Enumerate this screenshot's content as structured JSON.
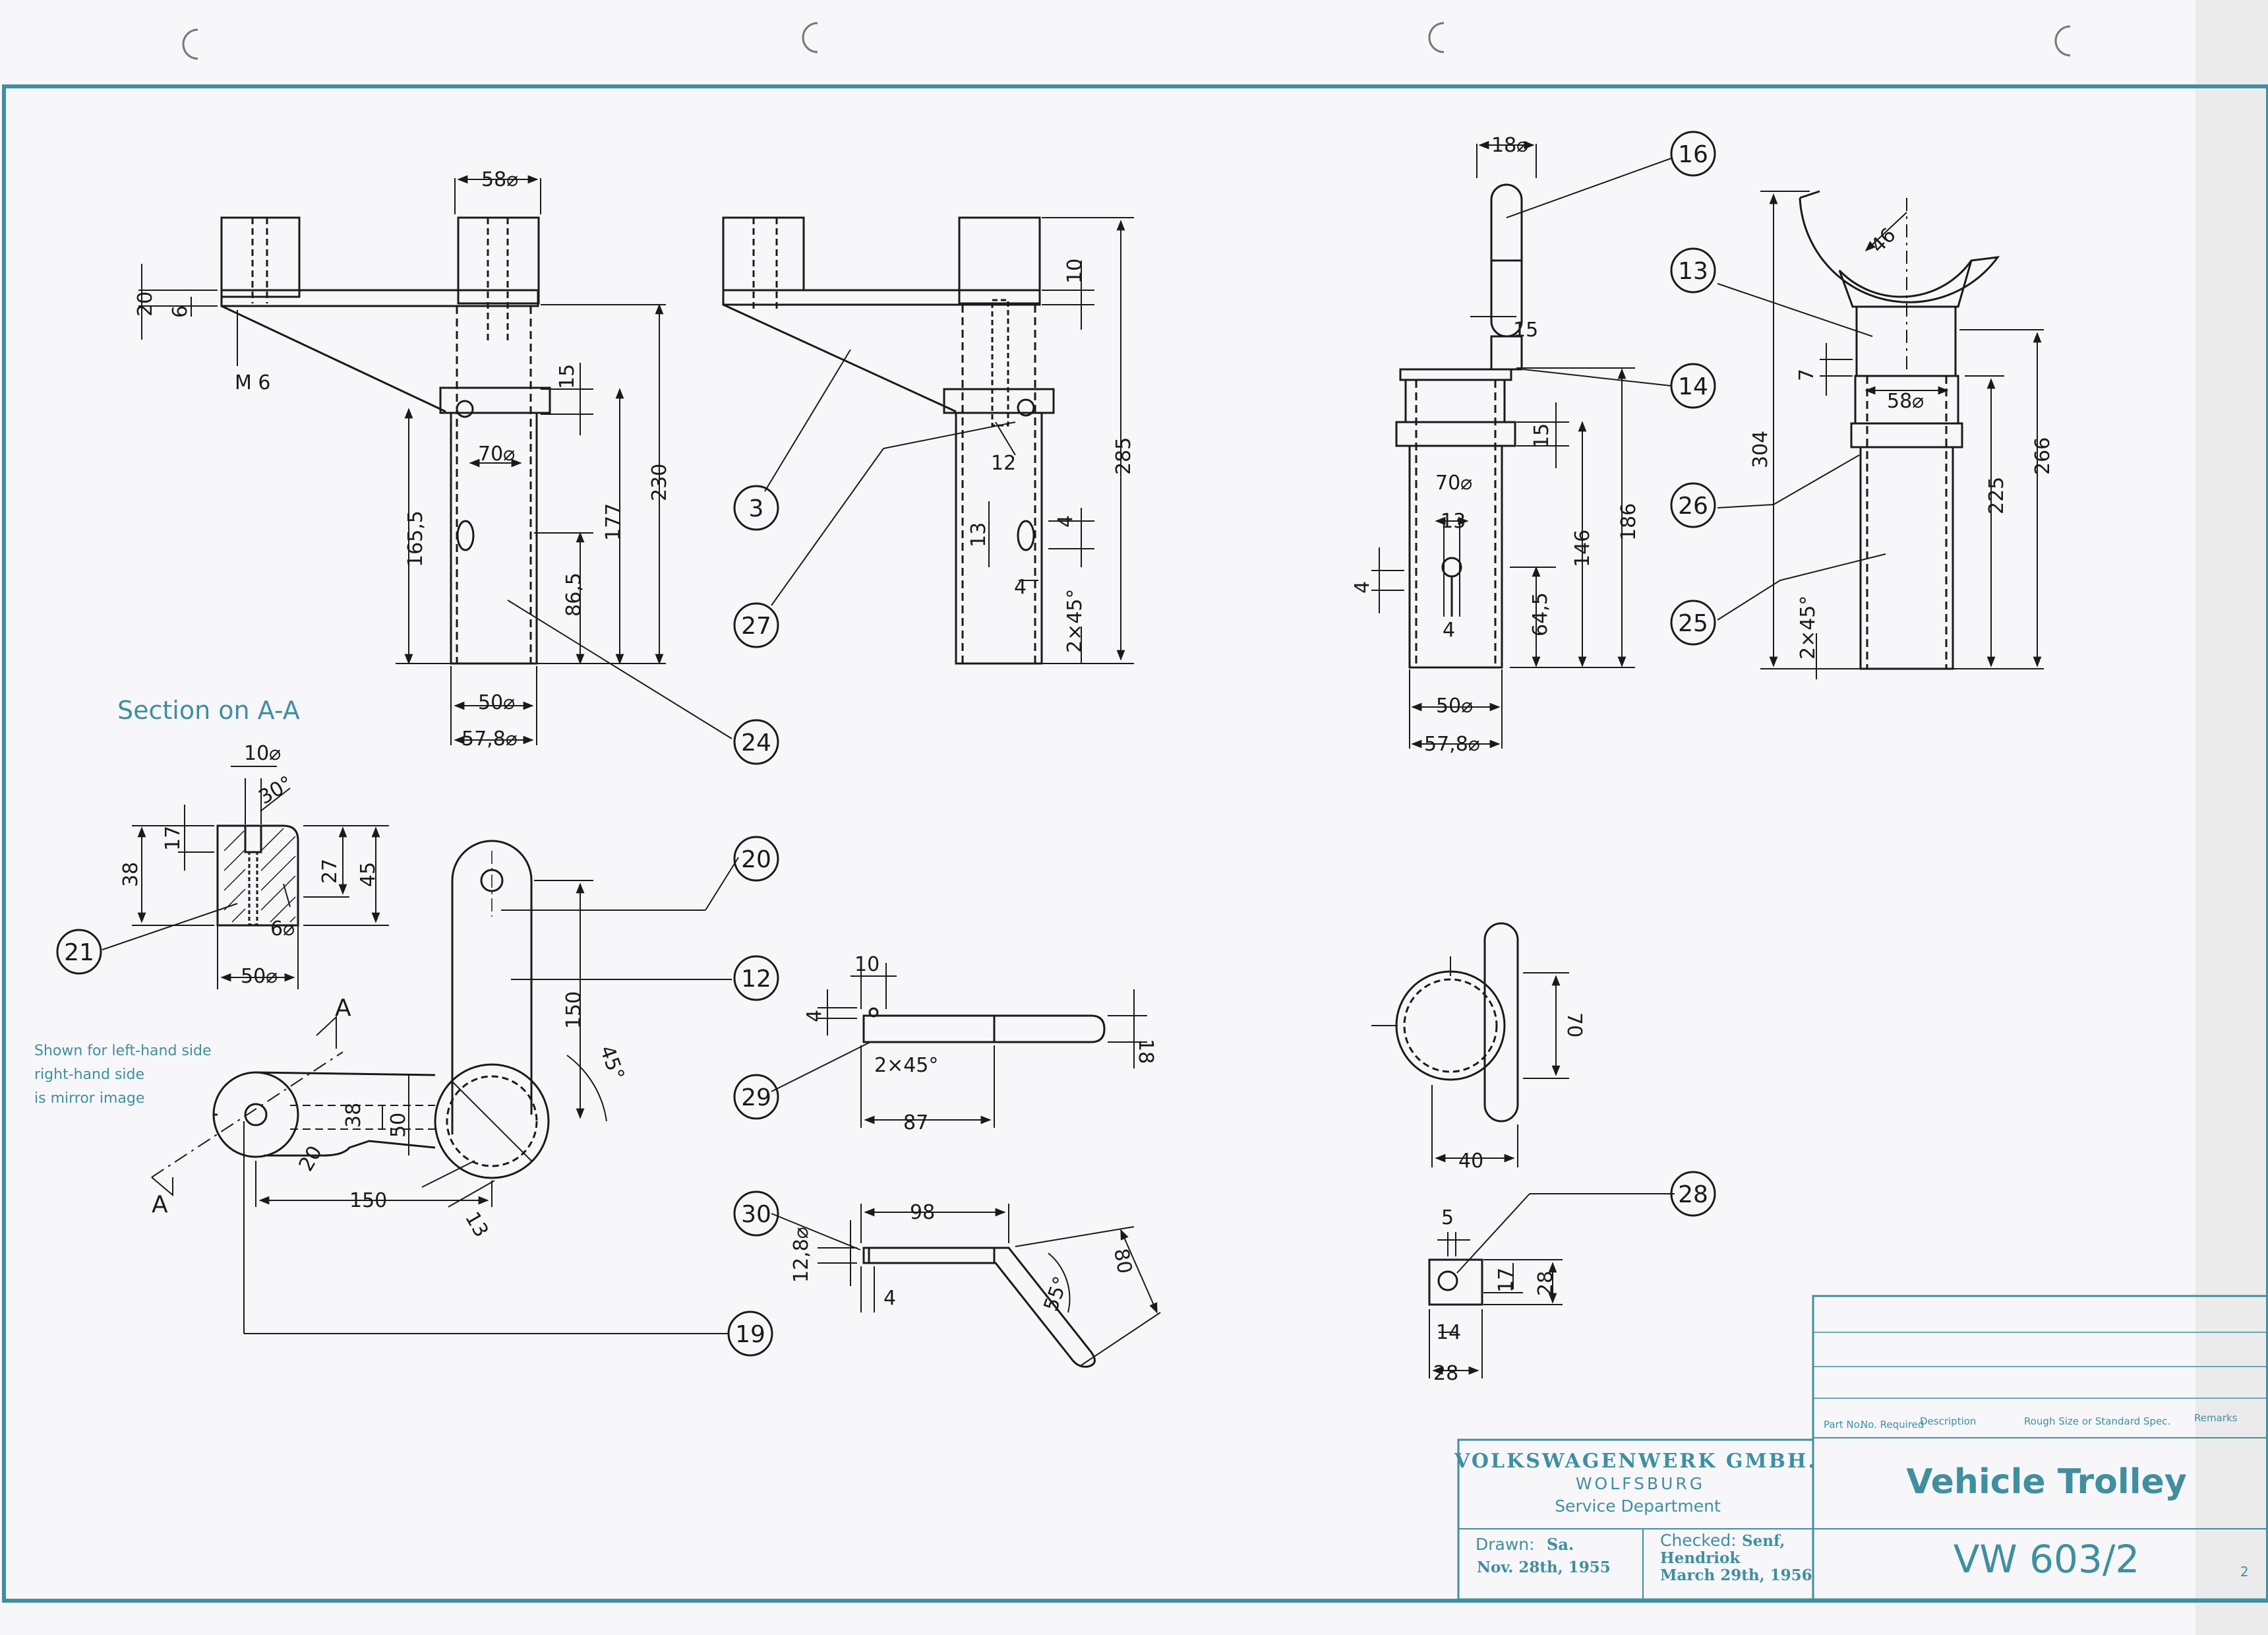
{
  "section_title": "Section on A-A",
  "note_lines": [
    "Shown for left-hand side",
    "right-hand side",
    "is mirror image"
  ],
  "section_markers": [
    "A",
    "A"
  ],
  "colors": {
    "accent": "#3f8fa0",
    "ink": "#1a1a1a",
    "paper": "#f7f6f8"
  },
  "part_callouts": [
    "16",
    "13",
    "14",
    "26",
    "25",
    "3",
    "27",
    "24",
    "20",
    "12",
    "21",
    "29",
    "30",
    "19",
    "28"
  ],
  "dimensions": {
    "view1": [
      "58⌀",
      "20",
      "6",
      "M 6",
      "15",
      "70⌀",
      "165,5",
      "177",
      "230",
      "86,5",
      "50⌀",
      "57,8⌀"
    ],
    "view2": [
      "10",
      "12",
      "285",
      "13",
      "4",
      "4",
      "2×45°"
    ],
    "view3": [
      "18⌀",
      "15",
      "70⌀",
      "13",
      "15",
      "4",
      "4",
      "64,5",
      "146",
      "186",
      "50⌀",
      "57,8⌀"
    ],
    "view4": [
      "46",
      "7",
      "58⌀",
      "304",
      "225",
      "266",
      "2×45°"
    ],
    "section": [
      "10⌀",
      "30°",
      "38",
      "17",
      "27",
      "45",
      "6⌀",
      "50⌀"
    ],
    "lever": [
      "150",
      "38",
      "50",
      "20",
      "150",
      "13",
      "45°"
    ],
    "pin29": [
      "10",
      "4",
      "2×45°",
      "18",
      "87"
    ],
    "pin30": [
      "98",
      "12,8⌀",
      "4",
      "80",
      "55°"
    ],
    "ring": [
      "70",
      "40"
    ],
    "block": [
      "5",
      "17",
      "28",
      "14",
      "28"
    ]
  },
  "title_block": {
    "col_part_no": "Part No.",
    "col_no_required": "No. Required",
    "col_description": "Description",
    "col_rough_size": "Rough Size or Standard Spec.",
    "col_remarks": "Remarks",
    "company": "VOLKSWAGENWERK GMBH.",
    "city": "WOLFSBURG",
    "department": "Service Department",
    "drawn_label": "Drawn:",
    "drawn_by": "Sa.",
    "drawn_date": "Nov. 28th, 1955",
    "checked_label": "Checked:",
    "checked_by_1": "Senf,",
    "checked_by_2": "Hendriok",
    "checked_date": "March 29th, 1956",
    "title": "Vehicle Trolley",
    "drawing_no": "VW 603/2",
    "sheet_no": "2"
  }
}
